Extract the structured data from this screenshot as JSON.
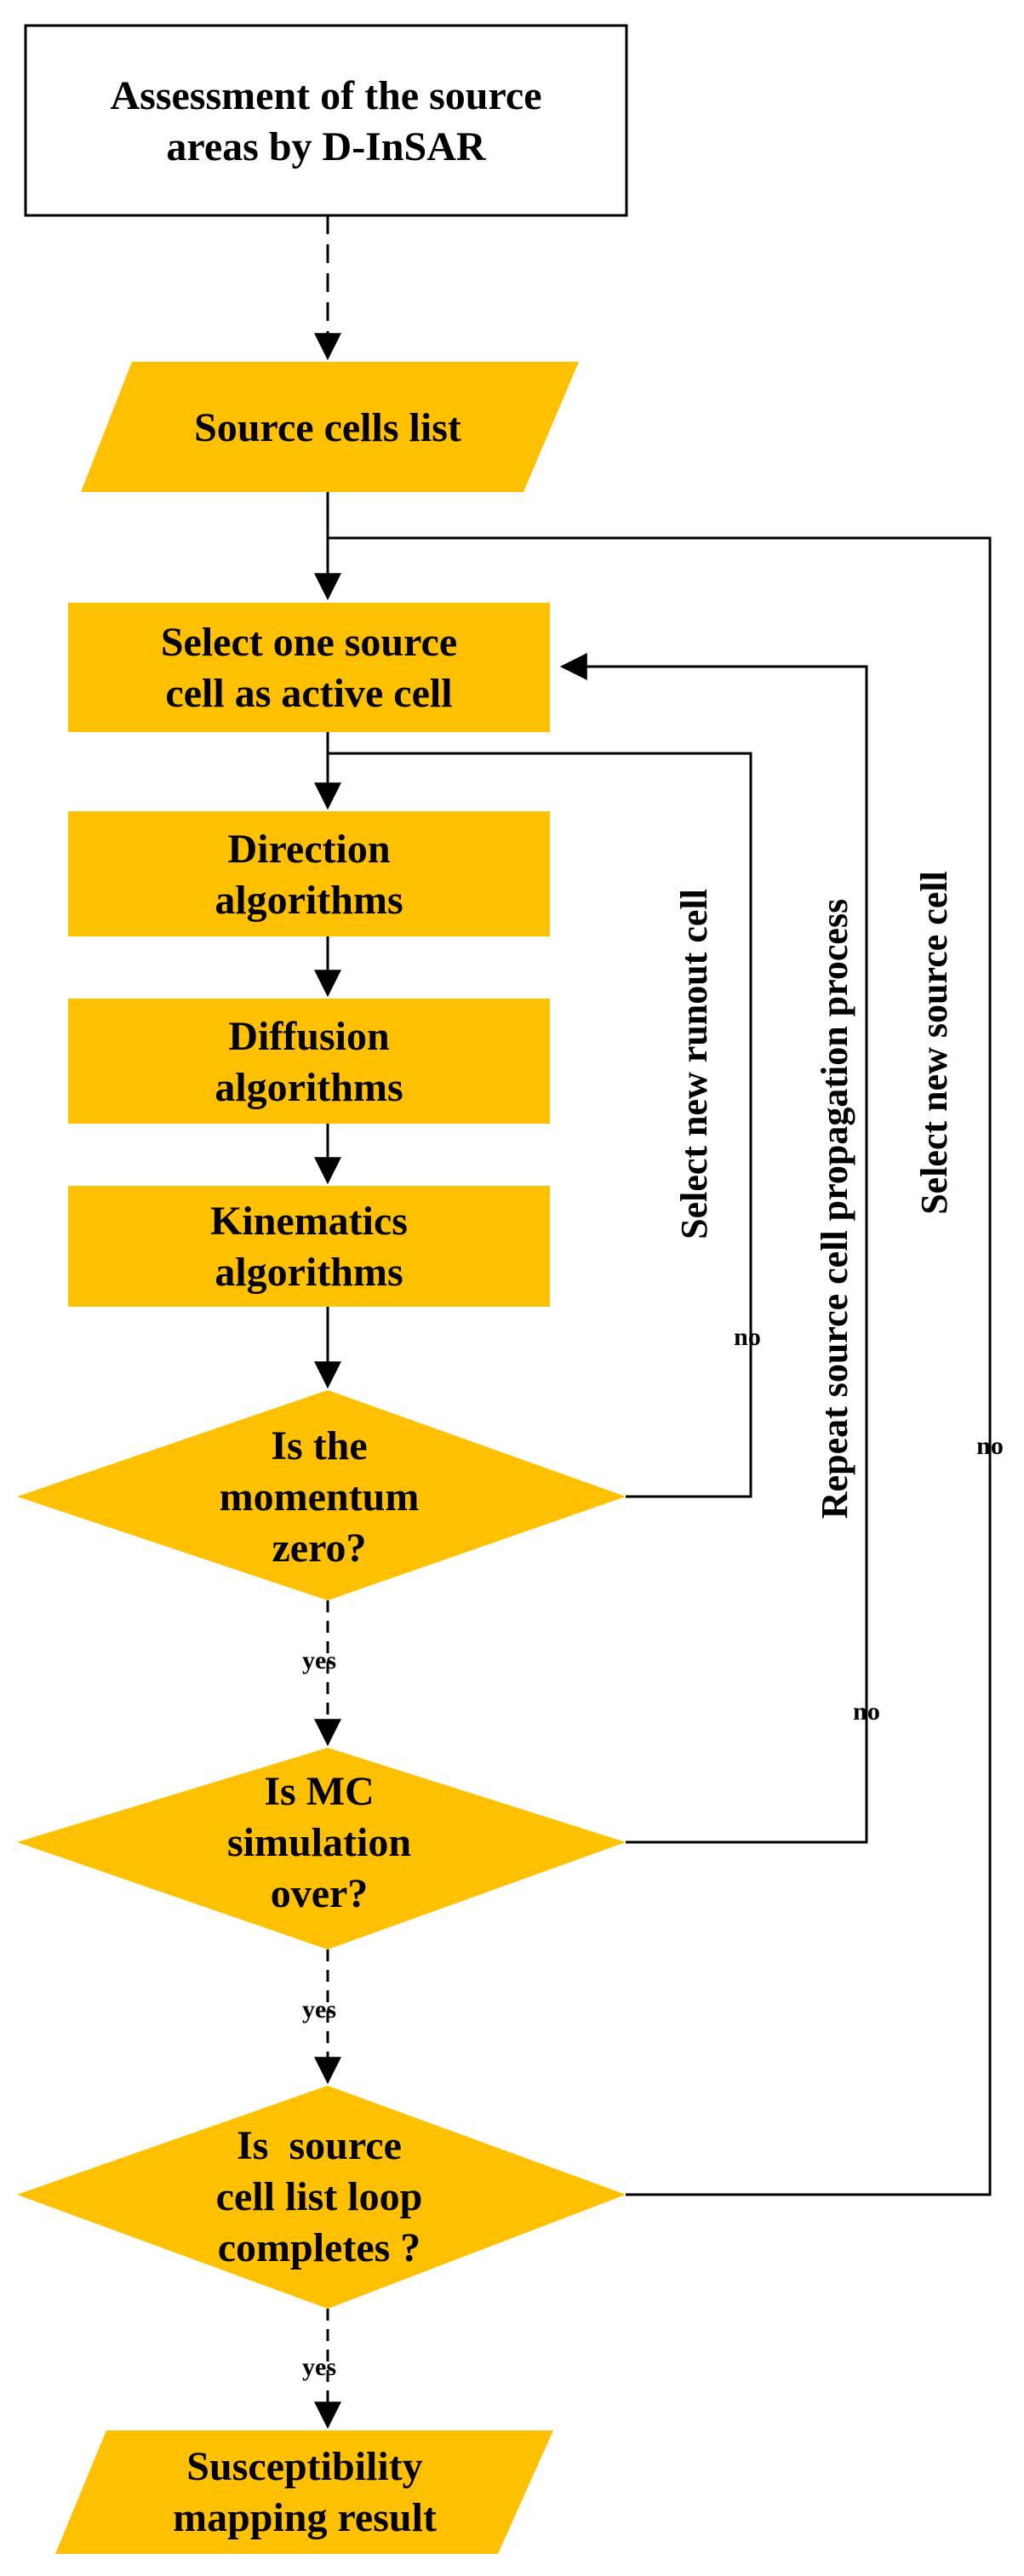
{
  "colors": {
    "fill": "#FFC000",
    "stroke": "#000000",
    "start_fill": "#FFFFFF"
  },
  "nodes": {
    "assessment": {
      "shape": "rectangle",
      "lines": [
        "Assessment of the source",
        "areas by D-InSAR"
      ]
    },
    "source_list": {
      "shape": "parallelogram",
      "lines": [
        "Source cells list"
      ]
    },
    "select_source": {
      "shape": "rectangle",
      "lines": [
        "Select one source",
        "cell as active cell"
      ]
    },
    "direction": {
      "shape": "rectangle",
      "lines": [
        "Direction",
        "algorithms"
      ]
    },
    "diffusion": {
      "shape": "rectangle",
      "lines": [
        "Diffusion",
        "algorithms"
      ]
    },
    "kinematics": {
      "shape": "rectangle",
      "lines": [
        "Kinematics",
        "algorithms"
      ]
    },
    "momentum": {
      "shape": "diamond",
      "lines": [
        "Is the",
        "momentum",
        "zero?"
      ]
    },
    "mc_sim": {
      "shape": "diamond",
      "lines": [
        "Is MC",
        "simulation",
        "over?"
      ]
    },
    "loop": {
      "shape": "diamond",
      "lines": [
        "Is  source",
        "cell list loop",
        "completes ?"
      ]
    },
    "result": {
      "shape": "parallelogram",
      "lines": [
        "Susceptibility",
        "mapping result"
      ]
    }
  },
  "edge_labels": {
    "momentum_yes": "yes",
    "mc_yes": "yes",
    "loop_yes": "yes",
    "momentum_no": "no",
    "mc_no": "no",
    "loop_no": "no"
  },
  "side_labels": {
    "runout": "Select new runout cell",
    "repeat": "Repeat source cell propagation process",
    "new_source": "Select new source cell"
  }
}
